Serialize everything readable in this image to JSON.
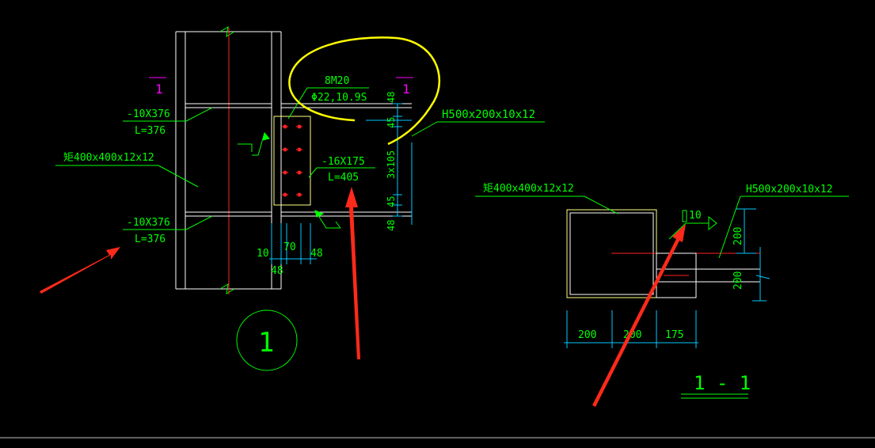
{
  "colors": {
    "background": "#000000",
    "structure": "#ffffff",
    "annotation": "#00ff00",
    "dimension": "#00c8ff",
    "section_mark": "#ff00ff",
    "bolt": "#ff2020",
    "centerline": "#ff2020",
    "highlight": "#ffff00",
    "pointer_arrow": "#ff2a1a",
    "plate": "#ffff80"
  },
  "detail_view": {
    "section_marker": "1",
    "bolt_spec": "8M20",
    "hole_spec": "Φ22,10.9S",
    "stiffener_top": {
      "thickness": "-10X376",
      "length": "L=376"
    },
    "stiffener_bottom": {
      "thickness": "-10X376",
      "length": "L=376"
    },
    "column_label": "矩400x400x12x12",
    "beam_label": "H500x200x10x12",
    "shear_plate": {
      "thickness": "-16X175",
      "length": "L=405"
    },
    "vertical_dims": [
      "48",
      "45",
      "3x105",
      "45",
      "48"
    ],
    "horizontal_dims": [
      "10",
      "70",
      "48",
      "48"
    ],
    "detail_number": "1"
  },
  "section_view": {
    "column_label": "矩400x400x12x12",
    "beam_label": "H500x200x10x12",
    "weld_label": "10",
    "vertical_dims": [
      "200",
      "200"
    ],
    "horizontal_dims": [
      "200",
      "200",
      "175"
    ],
    "title": "1 - 1"
  },
  "icons": [
    "weld-symbol-icon",
    "pointer-arrow-icon",
    "highlight-circle-icon",
    "section-cut-icon"
  ]
}
